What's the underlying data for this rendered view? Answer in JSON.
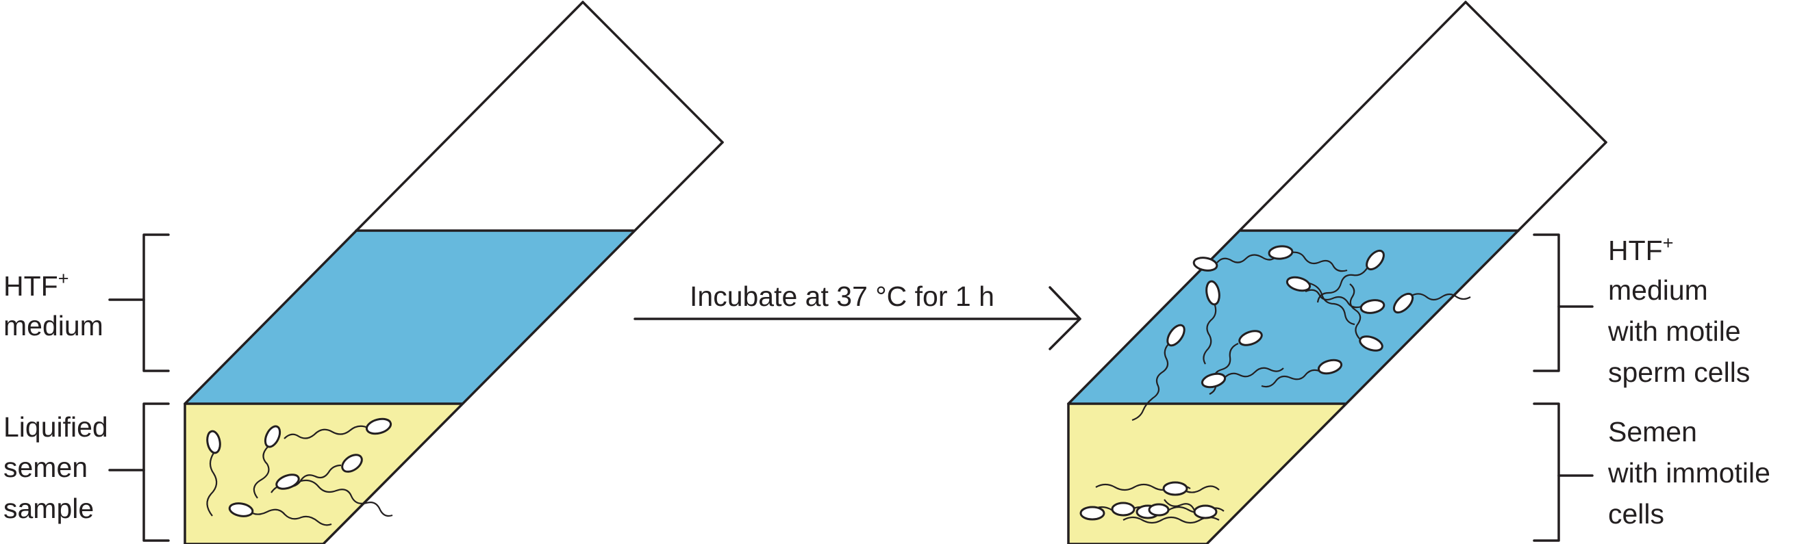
{
  "left_tube": {
    "top_label": [
      "HTF",
      "+",
      "medium"
    ],
    "bottom_label": [
      "Liquified",
      "semen",
      "sample"
    ]
  },
  "arrow": {
    "label": "Incubate at 37 °C for 1 h"
  },
  "right_tube": {
    "top_label": [
      "HTF",
      "+",
      "medium",
      "with motile",
      "sperm cells"
    ],
    "bottom_label": [
      "Semen",
      "with immotile",
      "cells"
    ]
  },
  "colors": {
    "medium": "#66b9dd",
    "semen": "#f5f0a2",
    "outline": "#231f20"
  }
}
